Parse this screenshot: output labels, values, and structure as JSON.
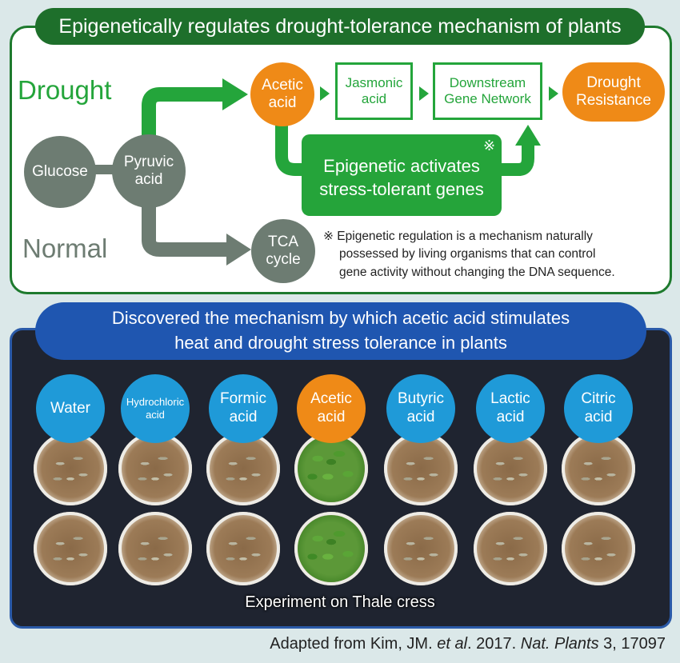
{
  "top": {
    "title": "Epigenetically regulates drought-tolerance mechanism of plants",
    "drought_label": "Drought",
    "normal_label": "Normal",
    "glucose": "Glucose",
    "pyruvic_line1": "Pyruvic",
    "pyruvic_line2": "acid",
    "acetic_line1": "Acetic",
    "acetic_line2": "acid",
    "jasmonic_line1": "Jasmonic",
    "jasmonic_line2": "acid",
    "downstream_line1": "Downstream",
    "downstream_line2": "Gene Network",
    "resistance_line1": "Drought",
    "resistance_line2": "Resistance",
    "tca_line1": "TCA",
    "tca_line2": "cycle",
    "epi_line1": "Epigenetic activates",
    "epi_line2": "stress-tolerant genes",
    "epi_mark": "※",
    "note_line1": "※ Epigenetic regulation is a mechanism naturally",
    "note_line2": "possessed by living organisms that can control",
    "note_line3": "gene activity without changing the DNA sequence."
  },
  "bottom": {
    "title_line1": "Discovered the mechanism by which acetic acid stimulates",
    "title_line2": "heat and drought stress tolerance in plants",
    "acids": [
      {
        "line1": "Water",
        "line2": ""
      },
      {
        "line1": "Hydrochloric",
        "line2": "acid"
      },
      {
        "line1": "Formic",
        "line2": "acid"
      },
      {
        "line1": "Acetic",
        "line2": "acid"
      },
      {
        "line1": "Butyric",
        "line2": "acid"
      },
      {
        "line1": "Lactic",
        "line2": "acid"
      },
      {
        "line1": "Citric",
        "line2": "acid"
      }
    ],
    "caption": "Experiment on Thale cress"
  },
  "citation": {
    "prefix": "Adapted from Kim, JM. ",
    "etal": "et al",
    "middle": ". 2017. ",
    "journal": "Nat. Plants",
    "suffix": " 3, 17097"
  },
  "colors": {
    "green": "#24a53b",
    "dark_green": "#1e6f2b",
    "gray": "#6d7c72",
    "orange": "#ef8a17",
    "blue": "#1f9ad8",
    "navy": "#1f56b0"
  }
}
